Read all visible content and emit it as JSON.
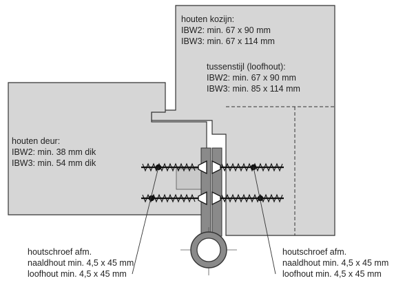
{
  "colors": {
    "wood": "#d6d6d6",
    "outline": "#333333",
    "hinge": "#8a8a8a",
    "screw": "#111111",
    "background": "#ffffff"
  },
  "labels": {
    "frame": {
      "lines": [
        "houten kozijn:",
        "IBW2: min. 67 x 90 mm",
        "IBW3: min. 67 x 114 mm"
      ]
    },
    "mullion": {
      "lines": [
        "tussenstijl (loofhout):",
        "IBW2: min. 67 x 90 mm",
        "IBW3: min. 85 x 114 mm"
      ]
    },
    "door": {
      "lines": [
        "houten deur:",
        "IBW2: min. 38 mm dik",
        "IBW3: min. 54 mm dik"
      ]
    },
    "screw_left": {
      "lines": [
        "houtschroef afm.",
        "naaldhout min. 4,5 x 45 mm",
        "loofhout min. 4,5 x 45 mm"
      ]
    },
    "screw_right": {
      "lines": [
        "houtschroef afm.",
        "naaldhout min. 4,5 x 45 mm",
        "loofhout min. 4,5 x 45 mm"
      ]
    }
  }
}
